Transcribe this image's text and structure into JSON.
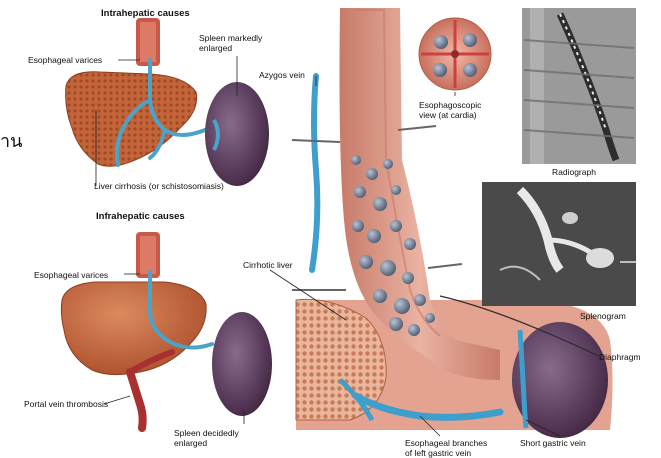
{
  "headings": {
    "intrahepatic": "Intrahepatic causes",
    "infrahepatic": "Infrahepatic causes"
  },
  "side_text": "าน",
  "labels": {
    "esophageal_varices_top": "Esophageal varices",
    "spleen_markedly": [
      "Spleen markedly",
      "enlarged"
    ],
    "liver_cirrhosis": "Liver cirrhosis (or schistosomiasis)",
    "esophageal_varices_bottom": "Esophageal varices",
    "portal_vein_thrombosis": "Portal vein thrombosis",
    "spleen_decidedly": [
      "Spleen decidedly",
      "enlarged"
    ],
    "azygos_vein": "Azygos vein",
    "esophagoscopic": [
      "Esophagoscopic",
      "view (at cardia)"
    ],
    "radiograph": "Radiograph",
    "cirrhotic_liver": "Cirrhotic liver",
    "splenogram": "Splenogram",
    "diaphragm": "Diaphragm",
    "esophageal_branches": [
      "Esophageal branches",
      "of left gastric vein"
    ],
    "short_gastric_vein": "Short gastric vein"
  },
  "colors": {
    "liver": "#c8683f",
    "liver_dark": "#a24a28",
    "spleen": "#5e3b5c",
    "vein": "#4aa3c8",
    "esophagus": "#e3a592",
    "esophagus_dark": "#c9786a",
    "varix": "#6f7f96",
    "xray_bg": "#2a2a2a"
  }
}
